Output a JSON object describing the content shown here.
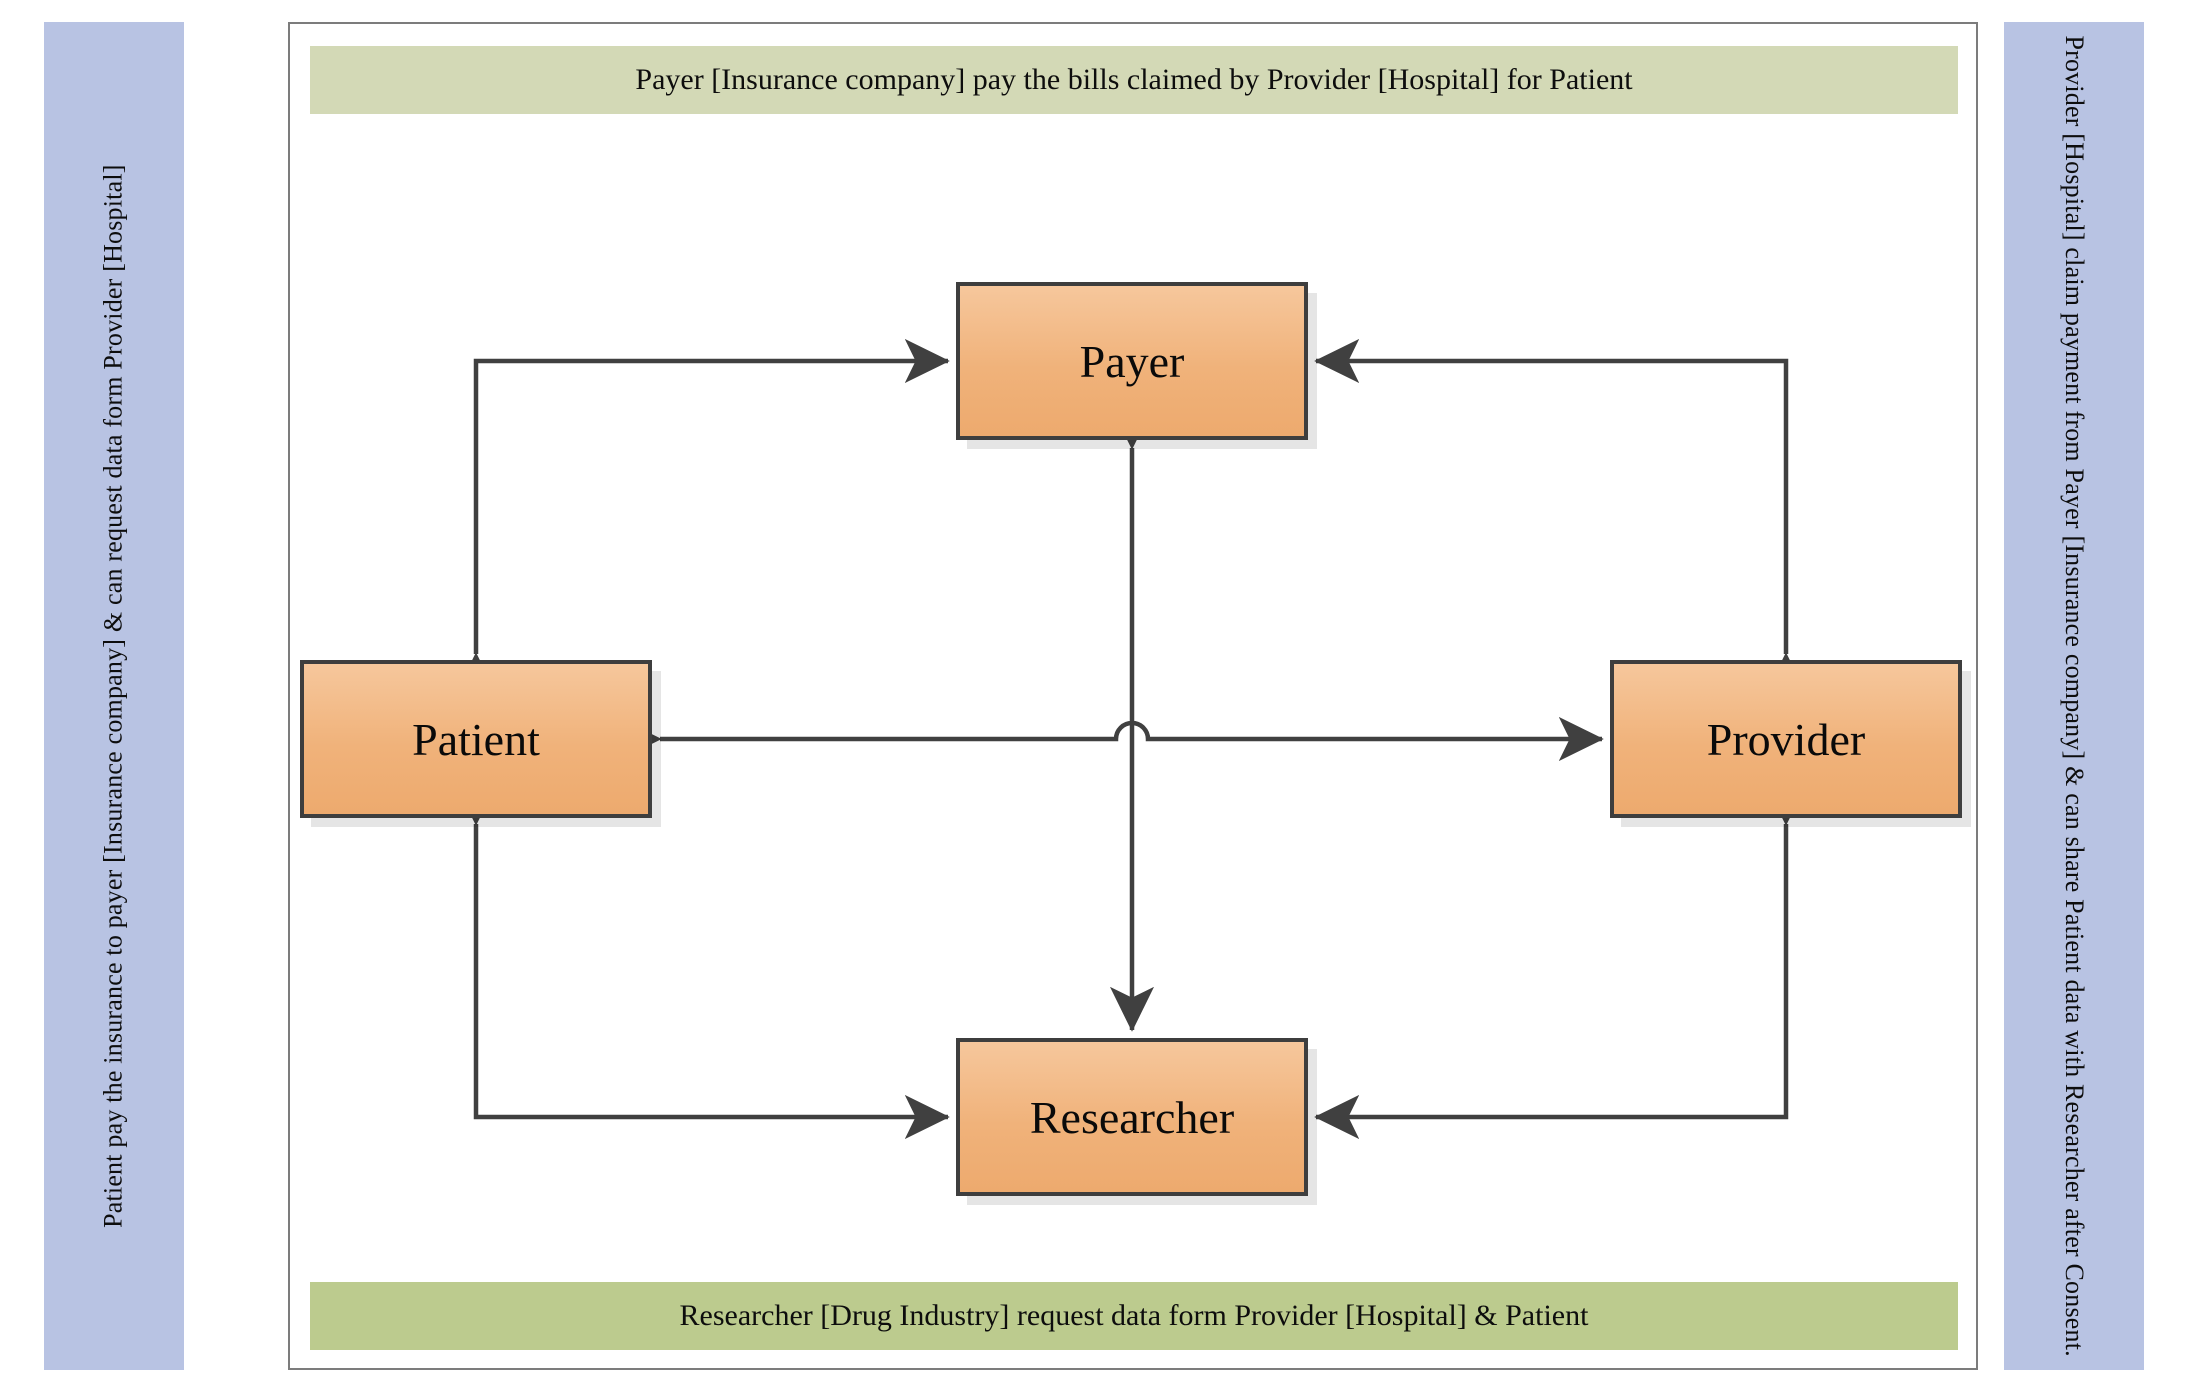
{
  "diagram": {
    "title_top": "Payer [Insurance company] pay the bills claimed by Provider [Hospital] for Patient",
    "title_bottom": "Researcher [Drug Industry] request data form Provider [Hospital] & Patient",
    "left_note": "Patient pay the insurance to payer [Insurance company]  & can request data form Provider [Hospital]",
    "right_note": "Provider [Hospital] claim payment from Payer [Insurance company] & can share Patient data with Researcher after Consent.",
    "nodes": [
      {
        "id": "payer",
        "label": "Payer"
      },
      {
        "id": "patient",
        "label": "Patient"
      },
      {
        "id": "provider",
        "label": "Provider"
      },
      {
        "id": "researcher",
        "label": "Researcher"
      }
    ],
    "colors": {
      "node_fill": "#f0b27a",
      "node_border": "#3e3e3e",
      "edge": "#404040",
      "caption_top_bg": "#d3d9b6",
      "caption_bottom_bg": "#bccb8e",
      "side_banner_bg": "#b8c3e3",
      "frame_border": "#7c7c7c"
    },
    "edges": [
      {
        "from": "patient",
        "to": "payer",
        "style": "elbow",
        "bidirectional": true
      },
      {
        "from": "provider",
        "to": "payer",
        "style": "elbow",
        "bidirectional": true
      },
      {
        "from": "patient",
        "to": "researcher",
        "style": "elbow",
        "bidirectional": true
      },
      {
        "from": "provider",
        "to": "researcher",
        "style": "elbow",
        "bidirectional": true
      },
      {
        "from": "patient",
        "to": "provider",
        "style": "straight-horizontal",
        "bidirectional": true
      },
      {
        "from": "payer",
        "to": "researcher",
        "style": "straight-vertical",
        "bidirectional": true,
        "line_jump": true
      }
    ]
  }
}
